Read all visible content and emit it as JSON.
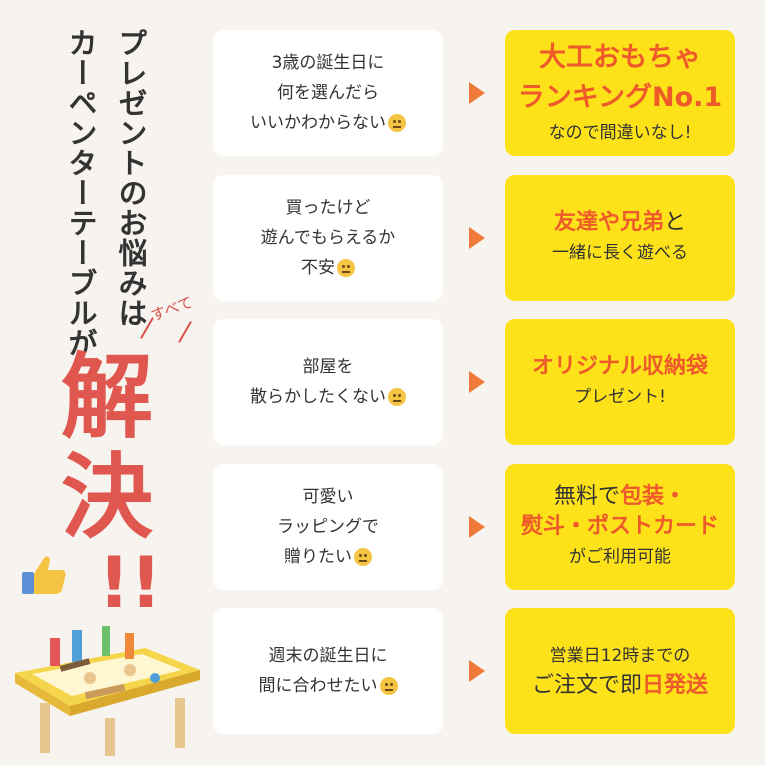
{
  "headline": {
    "line1": "プレゼントのお悩みは",
    "line2": "カーペンターテーブルが",
    "subete": "すべて",
    "kai": "解",
    "ketsu": "決",
    "bang": "!!"
  },
  "rows": [
    {
      "problem": [
        "3歳の誕生日に",
        "何を選んだら",
        "いいかわからない"
      ],
      "emoji": "worried-face-icon",
      "solution": [
        {
          "text": "大工おもちゃ",
          "style": "hl big"
        },
        {
          "text": "ランキングNo.1",
          "style": "hl big"
        },
        {
          "text": "なので間違いなし!",
          "style": ""
        }
      ]
    },
    {
      "problem": [
        "買ったけど",
        "遊んでもらえるか",
        "不安"
      ],
      "emoji": "anxious-face-icon",
      "solution": [
        {
          "text": "友達や兄弟と",
          "style": "mid"
        },
        {
          "text": "一緒に長く遊べる",
          "style": ""
        }
      ]
    },
    {
      "problem": [
        "部屋を",
        "散らかしたくない"
      ],
      "emoji": "neutral-face-icon",
      "solution": [
        {
          "text": "オリジナル収納袋",
          "style": "hl mid"
        },
        {
          "text": "プレゼント!",
          "style": ""
        }
      ]
    },
    {
      "problem": [
        "可愛い",
        "ラッピングで",
        "贈りたい"
      ],
      "emoji": "smiling-face-icon",
      "solution": [
        {
          "text": "無料で包装・",
          "style": "mid"
        },
        {
          "text": "熨斗・ポストカード",
          "style": "hl mid"
        },
        {
          "text": "がご利用可能",
          "style": ""
        }
      ]
    },
    {
      "problem": [
        "週末の誕生日に",
        "間に合わせたい"
      ],
      "emoji": "sweating-face-icon",
      "solution": [
        {
          "text": "営業日12時までの",
          "style": ""
        },
        {
          "text": "ご注文で即日発送",
          "style": "mid"
        }
      ]
    }
  ],
  "colors": {
    "background": "#f7f3ee",
    "accent_red": "#e0574f",
    "accent_orange": "#ee5a2a",
    "yellow": "#fde21a"
  }
}
